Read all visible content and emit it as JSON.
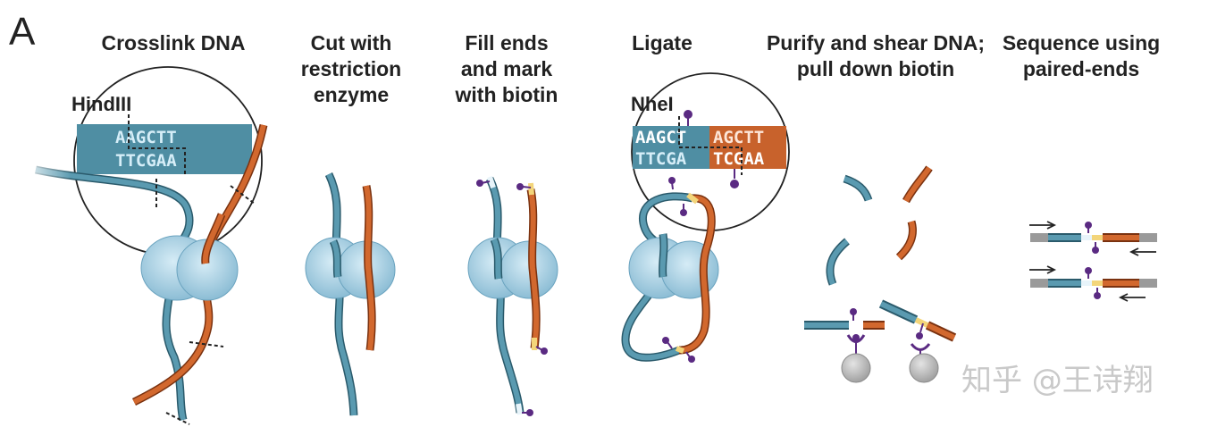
{
  "panel_label": "A",
  "steps": [
    {
      "lines": [
        "Crosslink DNA"
      ]
    },
    {
      "lines": [
        "Cut with",
        "restriction",
        "enzyme"
      ]
    },
    {
      "lines": [
        "Fill ends",
        "and mark",
        "with biotin"
      ]
    },
    {
      "lines": [
        "Ligate"
      ]
    },
    {
      "lines": [
        "Purify and shear DNA;",
        "pull down biotin"
      ]
    },
    {
      "lines": [
        "Sequence using",
        "paired-ends"
      ]
    }
  ],
  "zoom_hindiii": {
    "enzyme_label": "HindIII",
    "top_strand": "AAGCTT",
    "bottom_strand": "TTCGAA"
  },
  "zoom_nhei": {
    "enzyme_label": "NheI",
    "top_left": "AAGCT",
    "top_right": "AGCTT",
    "bottom_left": "TTCGA",
    "bottom_right": "TCGAA"
  },
  "watermark": "知乎 @王诗翔",
  "colors": {
    "dna_blue": "#5a9ab0",
    "dna_orange": "#d2682e",
    "protein": "#a9d2e6",
    "biotin": "#5a2a82",
    "bead": "#b5b5b5"
  }
}
